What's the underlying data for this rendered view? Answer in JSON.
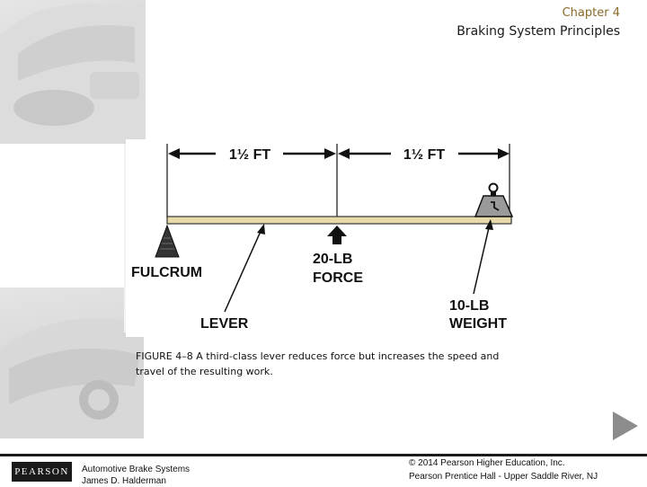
{
  "header": {
    "chapter": "Chapter 4",
    "title": "Braking System Principles"
  },
  "figure": {
    "dimension_left": "1½ FT",
    "dimension_right": "1½ FT",
    "fulcrum_label": "FULCRUM",
    "force_label_line1": "20-LB",
    "force_label_line2": "FORCE",
    "lever_label": "LEVER",
    "weight_label_line1": "10-LB",
    "weight_label_line2": "WEIGHT"
  },
  "caption": "FIGURE 4–8 A third-class lever reduces force but increases the speed and travel of the resulting work.",
  "footer": {
    "logo": "PEARSON",
    "book_title": "Automotive Brake Systems",
    "author": "James D. Halderman",
    "copyright": "© 2014 Pearson Higher Education, Inc.",
    "publisher": "Pearson Prentice Hall - Upper Saddle River, NJ"
  },
  "colors": {
    "lever": "#e8d9a8",
    "chapter_text": "#8a6a2a",
    "play_button": "#8c8c8c"
  }
}
